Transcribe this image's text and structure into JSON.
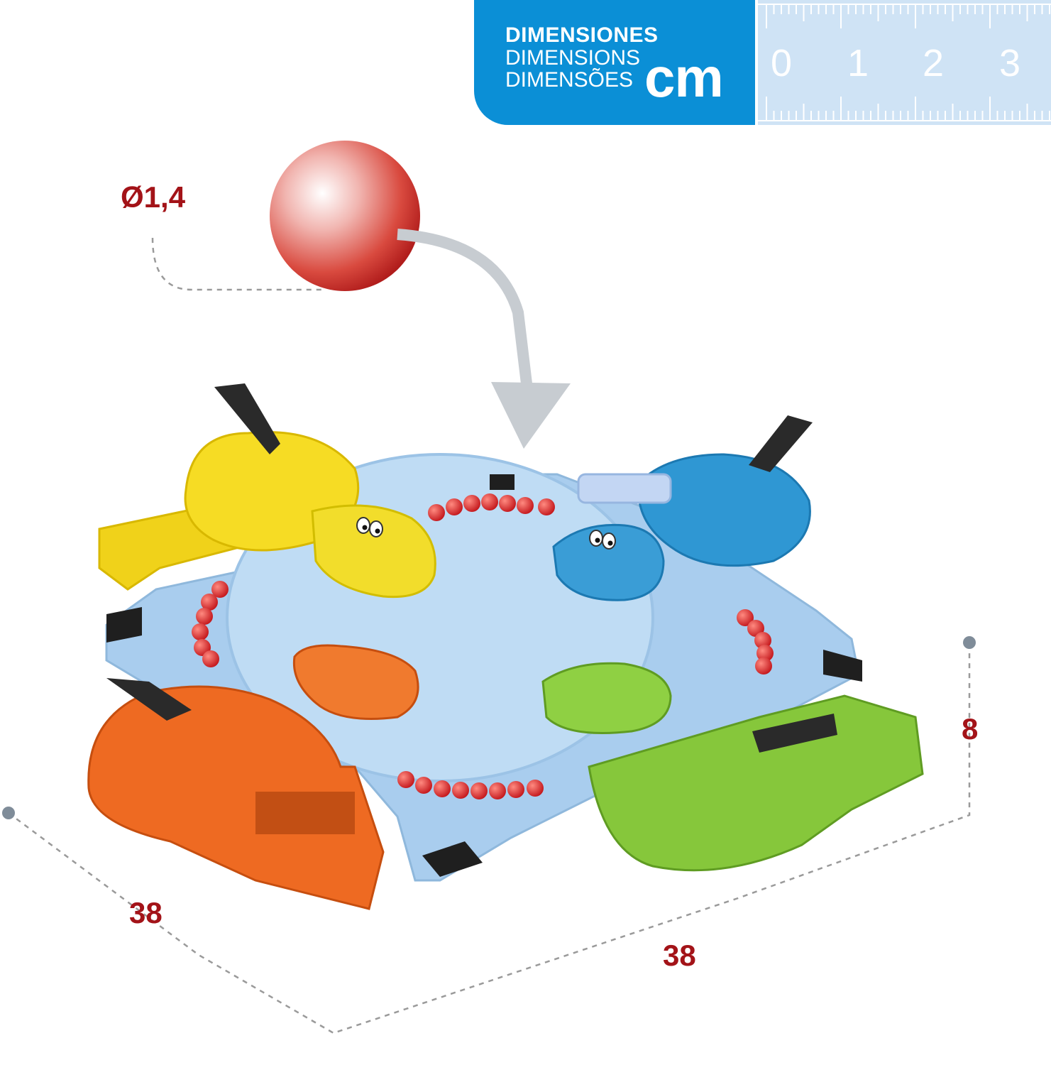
{
  "header": {
    "line_es": "DIMENSIONES",
    "line_en": "DIMENSIONS",
    "line_pt": "DIMENSÕES",
    "unit": "cm",
    "badge_color": "#0b8fd6"
  },
  "ruler": {
    "labels": [
      "0",
      "1",
      "2",
      "3"
    ]
  },
  "measurements": {
    "ball_diameter": "Ø1,4",
    "height": "8",
    "depth": "38",
    "width": "38",
    "label_color": "#a31318"
  },
  "product": {
    "hippo_colors": {
      "yellow": "#f5dc1e",
      "blue": "#2a93cf",
      "orange": "#ef6a23",
      "green": "#86c73b"
    },
    "board_color": "#a9cdee",
    "ball_color": "#d8262c"
  }
}
